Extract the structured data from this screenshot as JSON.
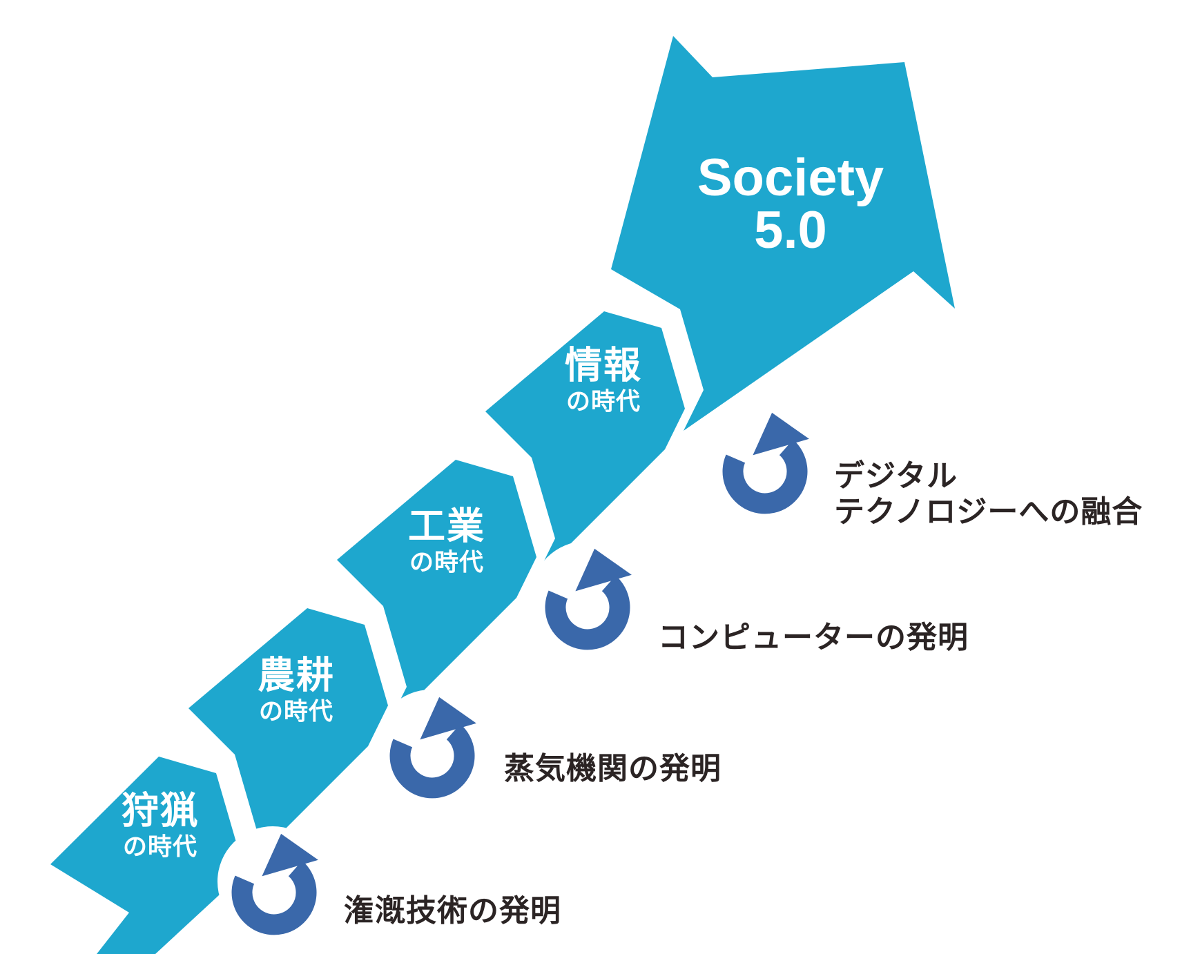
{
  "diagram_title": "Society 5.0",
  "colors": {
    "segment": "#1EA7CE",
    "loop_arrow": "#3A68AA",
    "annotation_text": "#2B2424",
    "stage_label_text": "#FFFFFF",
    "background": "#FFFFFF"
  },
  "stages": [
    {
      "label": "狩猟",
      "sublabel": "の時代"
    },
    {
      "label": "農耕",
      "sublabel": "の時代"
    },
    {
      "label": "工業",
      "sublabel": "の時代"
    },
    {
      "label": "情報",
      "sublabel": "の時代"
    }
  ],
  "goal": {
    "line1": "Society",
    "line2": "5.0"
  },
  "transitions": [
    {
      "label": "潅漑技術の発明"
    },
    {
      "label": "蒸気機関の発明"
    },
    {
      "label": "コンピューターの発明"
    },
    {
      "line1": "デジタル",
      "line2": "テクノロジーへの融合"
    }
  ],
  "icon_names": [
    "loop-arrow-icon",
    "loop-arrow-icon",
    "loop-arrow-icon",
    "loop-arrow-icon"
  ]
}
